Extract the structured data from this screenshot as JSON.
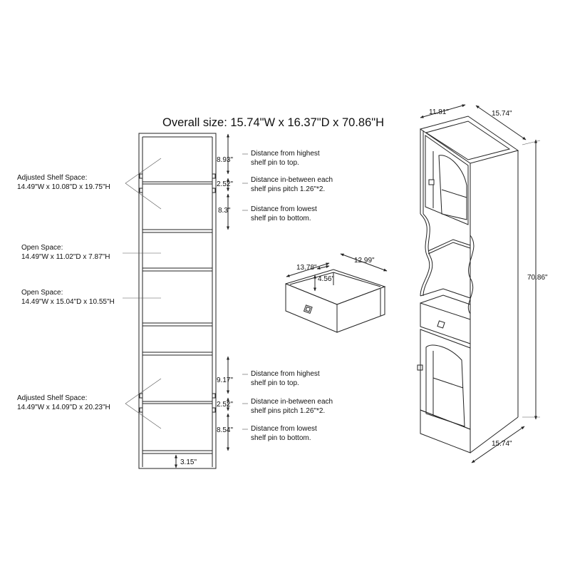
{
  "title": "Overall size: 15.74\"W x 16.37\"D x 70.86\"H",
  "front_view": {
    "shelf_space_top": {
      "label": "Adjusted Shelf Space:",
      "size": "14.49\"W x 10.08\"D x 19.75\"H"
    },
    "open_space_1": {
      "label": "Open Space:",
      "size": "14.49\"W x 11.02\"D x 7.87\"H"
    },
    "open_space_2": {
      "label": "Open Space:",
      "size": "14.49\"W x 15.04\"D x 10.55\"H"
    },
    "shelf_space_bottom": {
      "label": "Adjusted Shelf Space:",
      "size": "14.49\"W x 14.09\"D x 20.23\"H"
    },
    "base_height": "3.15\""
  },
  "dims_top": [
    {
      "value": "8.93\"",
      "line1": "Distance from highest",
      "line2": "shelf pin to top."
    },
    {
      "value": "2.52\"",
      "line1": "Distance in-between each",
      "line2": "shelf pins pitch 1.26\"*2."
    },
    {
      "value": "8.3\"",
      "line1": "Distance from lowest",
      "line2": "shelf pin to bottom."
    }
  ],
  "dims_bottom": [
    {
      "value": "9.17\"",
      "line1": "Distance from highest",
      "line2": "shelf pin to top."
    },
    {
      "value": "2.52\"",
      "line1": "Distance in-between each",
      "line2": "shelf pins pitch 1.26\"*2."
    },
    {
      "value": "8.54\"",
      "line1": "Distance from lowest",
      "line2": "shelf pin to bottom."
    }
  ],
  "drawer": {
    "width": "13.78\"",
    "depth": "12.99\"",
    "height": "4.56\""
  },
  "cabinet_3d": {
    "top_depth": "11.81\"",
    "top_width": "15.74\"",
    "height": "70.86\"",
    "bottom_width": "15.74\""
  },
  "colors": {
    "line": "#222222",
    "background": "#ffffff"
  }
}
